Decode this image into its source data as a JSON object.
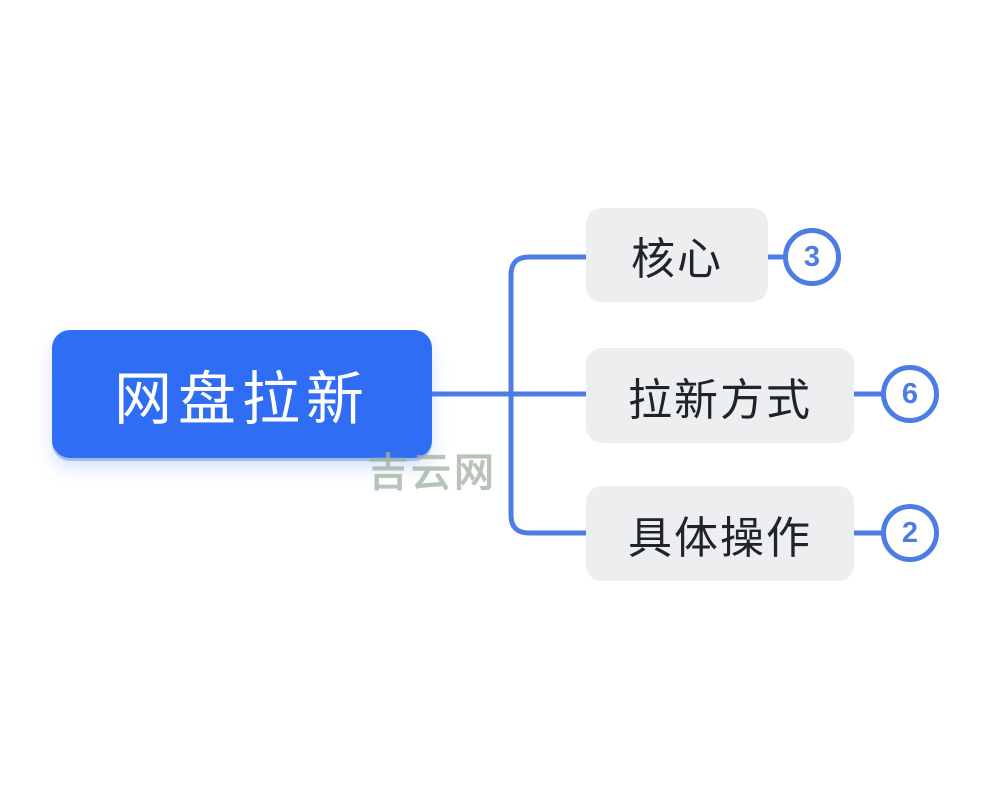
{
  "colors": {
    "canvas_bg": "#ffffff",
    "root_bg": "#2f6ef4",
    "root_text": "#ffffff",
    "child_bg": "#eceef0",
    "child_text": "#20242a",
    "connector": "#4d7ce5",
    "badge_border": "#4d7ce5",
    "badge_bg": "#ffffff",
    "badge_text": "#4d7ce5",
    "watermark": "#9fb19f"
  },
  "mindmap": {
    "root": {
      "label": "网盘拉新"
    },
    "children": [
      {
        "label": "核心",
        "badge": "3"
      },
      {
        "label": "拉新方式",
        "badge": "6"
      },
      {
        "label": "具体操作",
        "badge": "2"
      }
    ],
    "watermark": "吉云网"
  }
}
